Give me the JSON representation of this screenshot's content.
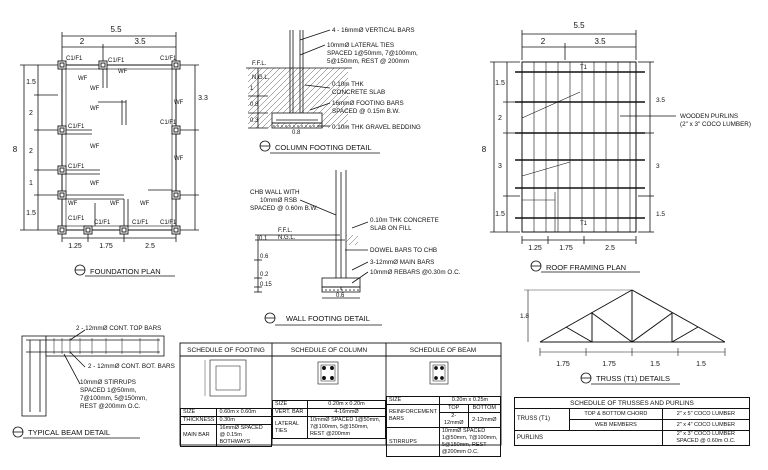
{
  "colors": {
    "ink": "#111111",
    "paper": "#ffffff",
    "hatch": "#555555"
  },
  "foundation_plan": {
    "title": "FOUNDATION PLAN",
    "dim_total_width": "5.5",
    "dim_top_left": "2",
    "dim_top_right": "3.5",
    "dim_total_height": "8",
    "dims_left": [
      "1.5",
      "2",
      "2",
      "1",
      "1.5"
    ],
    "dim_right_upper": "3.3",
    "dims_bottom": [
      "1.25",
      "1.75",
      "2.5"
    ],
    "col_label": "C1/F1",
    "wf_label": "WF"
  },
  "column_footing": {
    "title": "COLUMN FOOTING DETAIL",
    "notes": [
      "4 - 16mmØ VERTICAL BARS",
      "10mmØ LATERAL TIES",
      "SPACED 1@50mm, 7@100mm,",
      "5@150mm, REST @ 200mm",
      "0.10m THK",
      "CONCRETE SLAB",
      "16mmØ FOOTING BARS",
      "SPACED @ 0.15m B.W.",
      "0.10m THK GRAVEL BEDDING"
    ],
    "ffl": "F.F.L.",
    "ngl": "N.G.L.",
    "dims": [
      "1",
      "0.8",
      "0.3",
      "0.8"
    ]
  },
  "wall_footing": {
    "title": "WALL FOOTING DETAIL",
    "chb_note": [
      "CHB WALL WITH",
      "10mmØ RSB",
      "SPACED @ 0.60m B.W."
    ],
    "notes": [
      "0.10m THK CONCRETE",
      "SLAB ON FILL",
      "DOWEL BARS TO CHB",
      "3-12mmØ MAIN BARS",
      "10mmØ REBARS @0.30m O.C."
    ],
    "ffl": "F.F.L.",
    "ngl": "N.G.L.",
    "dims": [
      "0.1",
      "0.6",
      "0.2",
      "0.15",
      "0.6"
    ]
  },
  "roof_framing": {
    "title": "ROOF FRAMING PLAN",
    "dim_total_width": "5.5",
    "dim_top_left": "2",
    "dim_top_right": "3.5",
    "dim_total_height": "8",
    "dims_left": [
      "1.5",
      "2",
      "3",
      "1.5"
    ],
    "dims_right": [
      "3.5",
      "3",
      "1.5"
    ],
    "dims_bottom": [
      "1.25",
      "1.75",
      "2.5"
    ],
    "truss_label": "T1",
    "purlin_note": [
      "WOODEN PURLINS",
      "(2\" x 3\" COCO LUMBER)"
    ]
  },
  "truss": {
    "title": "TRUSS (T1) DETAILS",
    "height": "1.8",
    "panels": [
      "1.75",
      "1.75",
      "1.5",
      "1.5"
    ]
  },
  "beam": {
    "title": "TYPICAL BEAM DETAIL",
    "notes": [
      "2 - 12mmØ CONT. TOP BARS",
      "2 - 12mmØ CONT. BOT. BARS",
      "10mmØ STIRRUPS",
      "SPACED 1@50mm,",
      "7@100mm, 5@150mm,",
      "REST @200mm O.C."
    ]
  },
  "schedules": {
    "footing_title": "SCHEDULE OF FOOTING",
    "column_title": "SCHEDULE OF COLUMN",
    "beam_title": "SCHEDULE OF BEAM",
    "footing_rows": [
      [
        "SIZE",
        "0.60m x 0.60m"
      ],
      [
        "THICKNESS",
        "0.30m"
      ],
      [
        "MAIN BAR",
        "16mmØ SPACED @ 0.15m BOTHWAYS"
      ]
    ],
    "column_rows": [
      [
        "SIZE",
        "0.20m x 0.20m"
      ],
      [
        "VERT. BAR",
        "4-16mmØ"
      ],
      [
        "LATERAL TIES",
        "10mmØ SPACED 1@50mm, 7@100mm, 5@150mm, REST @200mm"
      ]
    ],
    "beam_size_label": "SIZE",
    "beam_size": "0.20m x 0.25m",
    "beam_reinf_label": "REINFORCEMENT BARS",
    "beam_top": "TOP",
    "beam_bottom": "BOTTOM",
    "beam_top_val": "2-12mmØ",
    "beam_bot_val": "2-12mmØ",
    "beam_stirrups_label": "STIRRUPS",
    "beam_stirrups": "10mmØ SPACED 1@50mm, 7@100mm, 5@150mm, REST @200mm O.C."
  },
  "trusses_schedule": {
    "title": "SCHEDULE OF TRUSSES AND PURLINS",
    "truss_label": "TRUSS (T1)",
    "rows": [
      [
        "TOP & BOTTOM CHORD",
        "2\" x 5\" COCO LUMBER"
      ],
      [
        "WEB MEMBERS",
        "2\" x 4\" COCO LUMBER"
      ]
    ],
    "purlins_label": "PURLINS",
    "purlins_lines": [
      "2\" x 3\" COCO LUMBER",
      "SPACED @ 0.60m O.C."
    ]
  }
}
